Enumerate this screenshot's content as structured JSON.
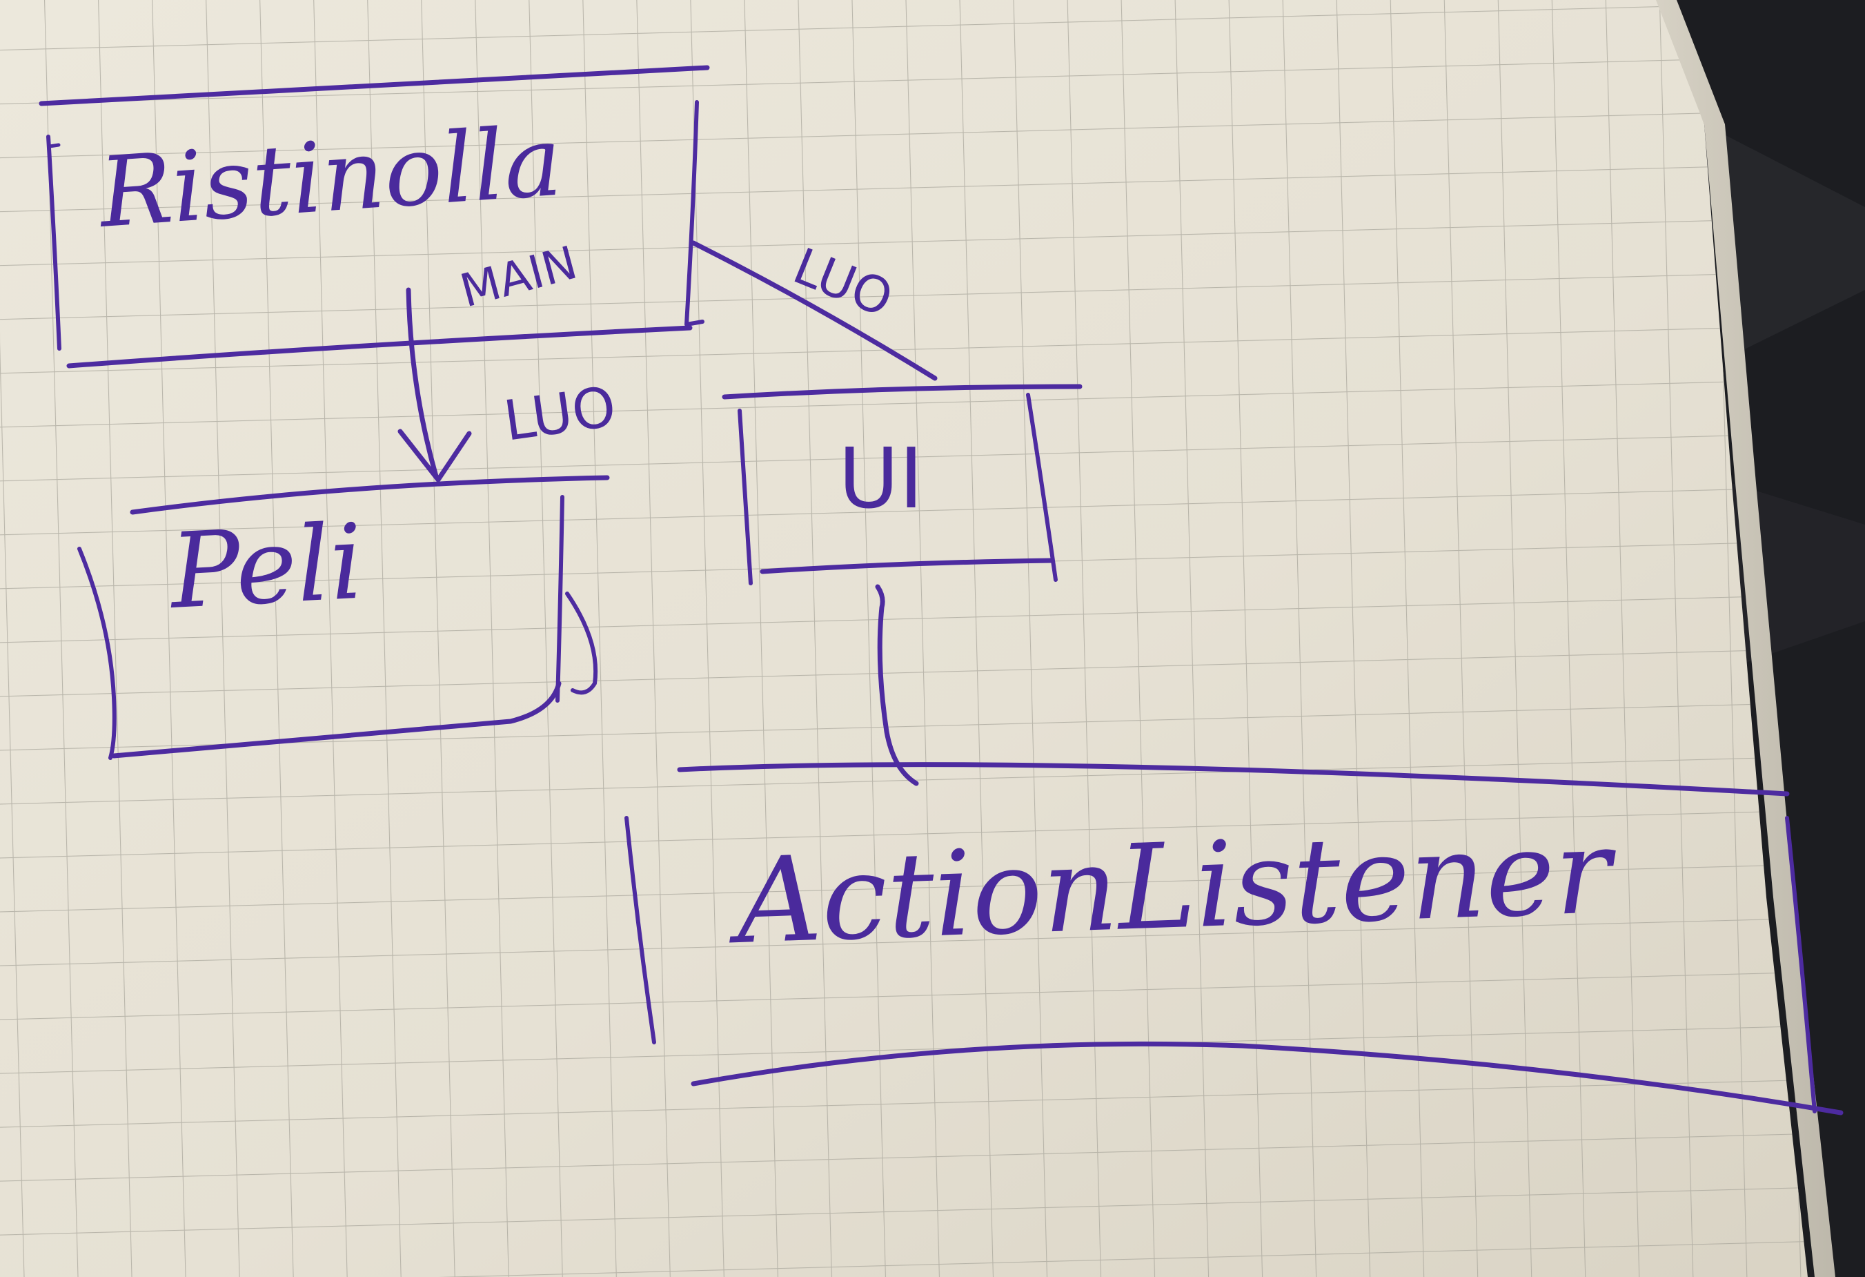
{
  "diagram": {
    "nodes": {
      "main_class": {
        "name": "Ristinolla",
        "tag": "MAIN"
      },
      "game": {
        "name": "Peli"
      },
      "ui": {
        "name": "UI"
      },
      "listener": {
        "name": "ActionListener"
      }
    },
    "edges": [
      {
        "from": "Ristinolla",
        "to": "Peli",
        "label": "LUO"
      },
      {
        "from": "Ristinolla",
        "to": "UI",
        "label": "LUO"
      },
      {
        "from": "UI",
        "to": "ActionListener",
        "label": ""
      }
    ]
  },
  "colors": {
    "ink": "#4d2ba0",
    "paper": "#e8e3d6",
    "grid": "#a9a69c",
    "background": "#1c1d21"
  }
}
